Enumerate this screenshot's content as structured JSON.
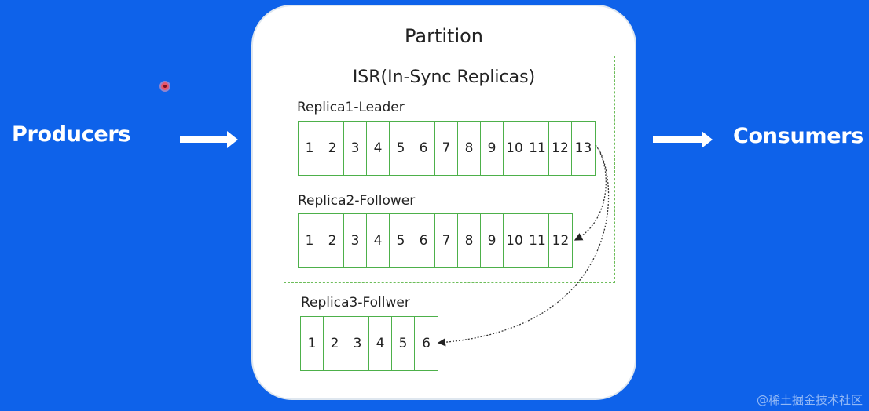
{
  "producers_label": "Producers",
  "consumers_label": "Consumers",
  "partition": {
    "title": "Partition",
    "isr_title": "ISR(In-Sync Replicas)"
  },
  "replicas": [
    {
      "label": "Replica1-Leader",
      "offsets": [
        "1",
        "2",
        "3",
        "4",
        "5",
        "6",
        "7",
        "8",
        "9",
        "10",
        "11",
        "12",
        "13"
      ]
    },
    {
      "label": "Replica2-Follower",
      "offsets": [
        "1",
        "2",
        "3",
        "4",
        "5",
        "6",
        "7",
        "8",
        "9",
        "10",
        "11",
        "12"
      ]
    },
    {
      "label": "Replica3-Follwer",
      "offsets": [
        "1",
        "2",
        "3",
        "4",
        "5",
        "6"
      ]
    }
  ],
  "watermark": "@稀土掘金技术社区",
  "colors": {
    "background": "#0e62ea",
    "partition_fill": "#ffffff",
    "cell_border": "#4db04a",
    "isr_border": "#6dbd5a"
  }
}
